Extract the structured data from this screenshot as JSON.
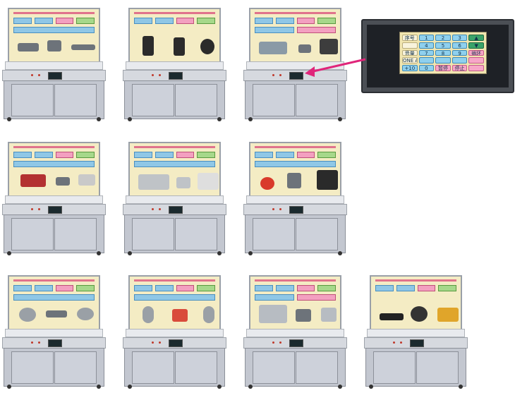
{
  "hmi": {
    "keys": [
      {
        "label": "序号",
        "style": "label"
      },
      {
        "label": "1",
        "style": "num"
      },
      {
        "label": "2",
        "style": "num"
      },
      {
        "label": "3",
        "style": "num"
      },
      {
        "label": "",
        "style": "up"
      },
      {
        "label": "",
        "style": "label"
      },
      {
        "label": "4",
        "style": "num"
      },
      {
        "label": "5",
        "style": "num"
      },
      {
        "label": "6",
        "style": "num"
      },
      {
        "label": "",
        "style": "up"
      },
      {
        "label": "音量",
        "style": "label"
      },
      {
        "label": "7",
        "style": "num"
      },
      {
        "label": "8",
        "style": "num"
      },
      {
        "label": "9",
        "style": "num"
      },
      {
        "label": "循环",
        "style": "pink"
      },
      {
        "label": "ONE ALL",
        "style": "label"
      },
      {
        "label": "",
        "style": "num"
      },
      {
        "label": "",
        "style": "num"
      },
      {
        "label": "",
        "style": "num"
      },
      {
        "label": "",
        "style": "pink"
      },
      {
        "label": "+10",
        "style": "num"
      },
      {
        "label": "0",
        "style": "num"
      },
      {
        "label": "暂停",
        "style": "pink"
      },
      {
        "label": "停止",
        "style": "pink"
      },
      {
        "label": "",
        "style": "pink"
      }
    ]
  },
  "colors": {
    "panel": "#f4ecc4",
    "cabinet": "#c3c7d0",
    "arrow": "#e0257a"
  }
}
